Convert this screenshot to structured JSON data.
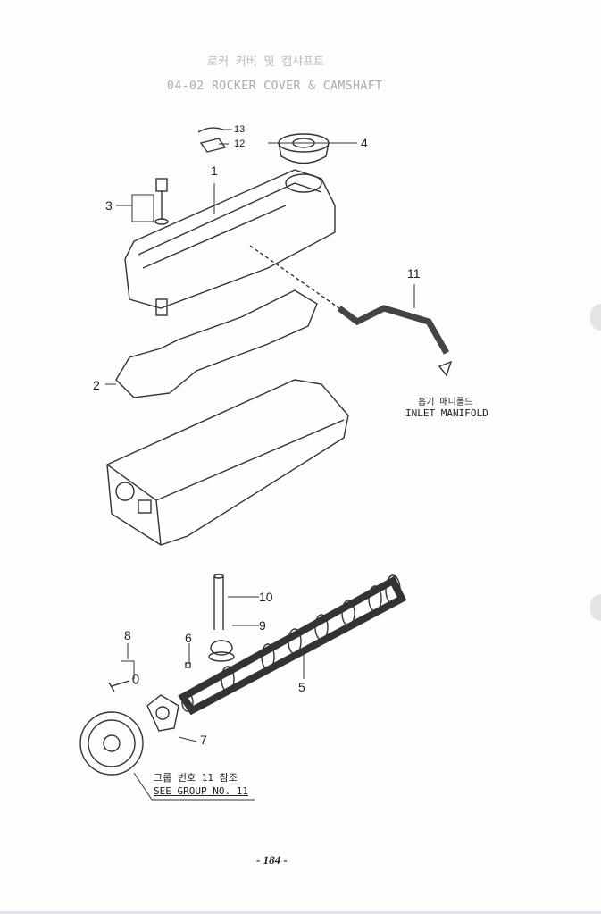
{
  "header": {
    "title_korean": "로커 커버 및 캠샤프트",
    "title": "04-02 ROCKER COVER & CAMSHAFT"
  },
  "callouts": [
    "1",
    "2",
    "3",
    "4",
    "5",
    "6",
    "7",
    "8",
    "9",
    "10",
    "11",
    "12",
    "13"
  ],
  "notes": {
    "inlet_manifold_korean": "흡기 매니폴드",
    "inlet_manifold": "INLET MANIFOLD",
    "see_group_korean": "그룹 번호 11 참조",
    "see_group": "SEE GROUP NO. 11"
  },
  "footer": {
    "page": "- 184 -"
  }
}
